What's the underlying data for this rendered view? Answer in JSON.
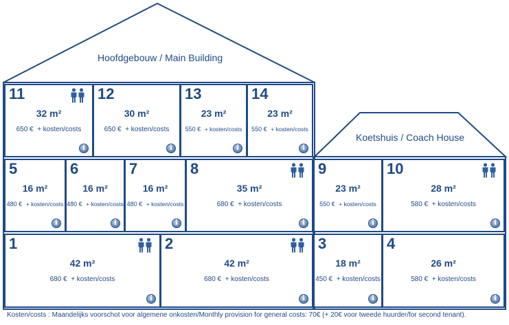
{
  "buildings": {
    "main_title": "Hoofdgebouw / Main Building",
    "coach_title": "Koetshuis / Coach House"
  },
  "icons": {
    "info": "info-icon",
    "people": "people-icon"
  },
  "colors": {
    "line": "#1f4a85",
    "text": "#1f4a85"
  },
  "rooms": [
    {
      "id": "11",
      "area": "32 m²",
      "price": "650 €",
      "costs": "+ kosten/costs",
      "shared": true
    },
    {
      "id": "12",
      "area": "30 m²",
      "price": "650 €",
      "costs": "+ kosten/costs",
      "shared": false
    },
    {
      "id": "13",
      "area": "23 m²",
      "price": "550 €",
      "costs": "+ kosten/costs",
      "shared": false
    },
    {
      "id": "14",
      "area": "23 m²",
      "price": "550 €",
      "costs": "+ kosten/costs",
      "shared": false
    },
    {
      "id": "5",
      "area": "16 m²",
      "price": "480 €",
      "costs": "+ kosten/costs",
      "shared": false
    },
    {
      "id": "6",
      "area": "16 m²",
      "price": "480 €",
      "costs": "+ kosten/costs",
      "shared": false
    },
    {
      "id": "7",
      "area": "16 m²",
      "price": "480 €",
      "costs": "+ kosten/costs",
      "shared": false
    },
    {
      "id": "8",
      "area": "35 m²",
      "price": "680 €",
      "costs": "+ kosten/costs",
      "shared": true
    },
    {
      "id": "9",
      "area": "23 m²",
      "price": "550 €",
      "costs": "+ kosten/costs",
      "shared": false
    },
    {
      "id": "10",
      "area": "28 m²",
      "price": "580 €",
      "costs": "+ kosten/costs",
      "shared": true
    },
    {
      "id": "1",
      "area": "42 m²",
      "price": "680 €",
      "costs": "+ kosten/costs",
      "shared": true
    },
    {
      "id": "2",
      "area": "42 m²",
      "price": "680 €",
      "costs": "+ kosten/costs",
      "shared": true
    },
    {
      "id": "3",
      "area": "18 m²",
      "price": "450 €",
      "costs": "+ kosten/costs",
      "shared": false
    },
    {
      "id": "4",
      "area": "26 m²",
      "price": "580 €",
      "costs": "+ kosten/costs",
      "shared": false
    }
  ],
  "footer": "Kosten/costs : Maandelijks voorschot voor algemene onkosten/Monthly provision for general costs: 70€ (+ 20€ voor tweede huurder/for second tenant)."
}
